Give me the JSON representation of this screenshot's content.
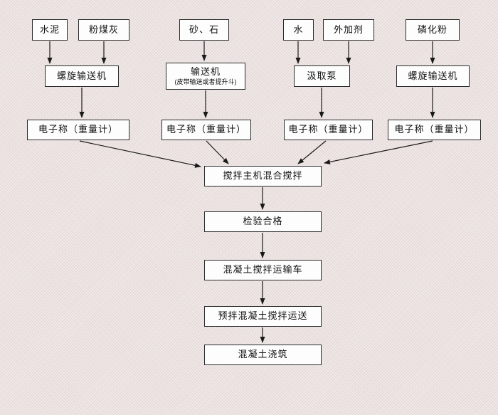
{
  "flowchart": {
    "sources": [
      {
        "label": "水泥"
      },
      {
        "label": "粉煤灰"
      },
      {
        "label": "砂、石"
      },
      {
        "label": "水"
      },
      {
        "label": "外加剂"
      },
      {
        "label": "磷化粉"
      }
    ],
    "stage2": [
      {
        "label": "螺旋输送机"
      },
      {
        "label": "输送机",
        "sublabel": "(皮带输送或者提升斗)"
      },
      {
        "label": "汲取泵"
      },
      {
        "label": "螺旋输送机"
      }
    ],
    "scales": [
      {
        "label": "电子称（重量计）"
      },
      {
        "label": "电子称（重量计）"
      },
      {
        "label": "电子称（重量计）"
      },
      {
        "label": "电子称（重量计）"
      }
    ],
    "chain": [
      {
        "label": "搅拌主机混合搅拌"
      },
      {
        "label": "检验合格"
      },
      {
        "label": "混凝土搅拌运输车"
      },
      {
        "label": "预拌混凝土搅拌运送"
      },
      {
        "label": "混凝土浇筑"
      }
    ],
    "colors": {
      "background": "#ece4e2",
      "box_fill": "#fdfdfd",
      "box_border": "#2b2b2b",
      "arrow": "#1a1a1a"
    }
  }
}
